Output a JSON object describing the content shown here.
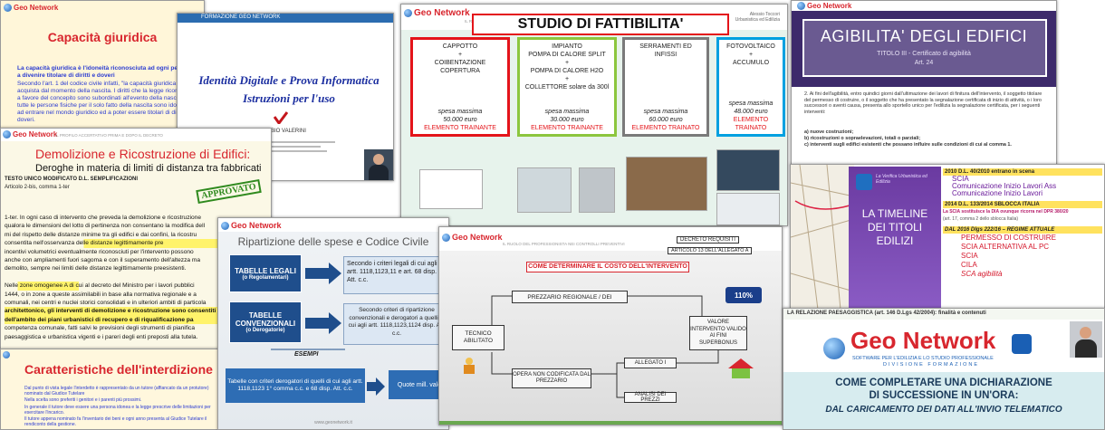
{
  "brand": "Geo Network",
  "cap": {
    "title": "Capacità giuridica",
    "para1": "La capacità giuridica è l'idoneità riconosciuta ad ogni persona a divenire titolare di diritti e doveri",
    "para2": "Secondo l'art. 1 del codice civile infatti, \"la capacità giuridica si acquista dal momento della nascita. I diritti che la legge riconosce a favore del concepito sono subordinati all'evento della nascita\", tutte le persone fisiche per il solo fatto della nascita sono idonee ad entrare nel mondo giuridico ed a poter essere titolari di diritti e doveri."
  },
  "ident": {
    "header": "FORMAZIONE GEO NETWORK",
    "title1": "Identità Digitale e Prova Informatica",
    "title2": "Istruzioni per l'uso",
    "docente": "Docente: FABIO VALERINI"
  },
  "stud": {
    "title": "STUDIO DI FATTIBILITA'",
    "tag": "IL RUOLO DEL PROFESSIONISTA",
    "author": "Alessio Toccori",
    "author_sub": "Urbanistica ed Edilizia",
    "boxes": [
      {
        "lines": [
          "CAPPOTTO",
          "+",
          "COIBENTAZIONE",
          "COPERTURA"
        ],
        "spesa": "spesa massima",
        "amount": "50.000 euro",
        "trainante": "ELEMENTO TRAINANTE",
        "color": "#e4141a"
      },
      {
        "lines": [
          "IMPIANTO",
          "POMPA DI CALORE SPLIT",
          "+",
          "POMPA DI CALORE H2O",
          "+",
          "COLLETTORE solare da 300l"
        ],
        "spesa": "spesa massima",
        "amount": "30.000 euro",
        "trainante": "ELEMENTO TRAINANTE",
        "color": "#8cc63e"
      },
      {
        "lines": [
          "SERRAMENTI ED",
          "INFISSI"
        ],
        "spesa": "spesa massima",
        "amount": "60.000 euro",
        "trainante": "ELEMENTO TRAINATO",
        "color": "#7a7a7a"
      },
      {
        "lines": [
          "FOTOVOLTAICO",
          "+",
          "ACCUMULO"
        ],
        "spesa": "spesa massima",
        "amount": "48.000 euro",
        "trainante": "ELEMENTO TRAINATO",
        "color": "#00a0e0"
      }
    ]
  },
  "agib": {
    "title": "AGIBILITA' DEGLI EDIFICI",
    "sub": "TITOLO III - Certificato di agibilità",
    "art": "Art. 24",
    "body": "2. Ai fini dell'agibilità, entro quindici giorni dall'ultimazione dei lavori di finitura dell'intervento, il soggetto titolare del permesso di costruire, o il soggetto che ha presentato la segnalazione certificata di inizio di attività, o i loro successori o aventi causa, presenta allo sportello unico per l'edilizia la segnalazione certificata, per i seguenti interventi:",
    "items": [
      "a)  nuove costruzioni;",
      "b)  ricostruzioni o sopraelevazioni, totali o parziali;",
      "c)  interventi sugli edifici esistenti che possano influire sulle condizioni di cui al comma 1."
    ]
  },
  "demo": {
    "header": "IL PROFILO ACCERTATIVO PRIMA E DOPO IL DECRETO",
    "title1": "Demolizione e Ricostruzione di Edifici:",
    "title2": "Deroghe in materia di limiti di distanza tra fabbricati",
    "t1": "TESTO UNICO MODIFICATO D.L. SEMPLIFICAZIONI",
    "t2": "Articolo 2-bis, comma 1-ter",
    "stamp": "APPROVATO",
    "lines": [
      "1-ter. In ogni caso di intervento che preveda la demolizione e ricostruzione",
      "qualora le dimensioni del lotto di pertinenza non consentano la modifica dell",
      "mi del rispetto delle distanze minime tra gli edifici e dai confini, la ricostru",
      "consentita nell'osservanza delle distanze legittimamente pre",
      "incentivi volumetrici eventualmente riconosciuti per l'intervento possono",
      "anche con ampliamenti fuori sagoma e con il superamento dell'altezza ma",
      "demolito, sempre nei limiti delle distanze legittimamente preesistenti.",
      "",
      "Nelle zone omogenee A di cui al decreto del Ministro per i lavori pubblici",
      "1444, o in zone a queste assimilabili in base alla normativa regionale e a",
      "comunali, nei centri e nuclei storici consolidati e in ulteriori ambiti di particola",
      "architettonico, gli interventi di demolizione e ricostruzione sono consentiti",
      "dell'ambito dei piani urbanistici di recupero e di riqualificazione pa",
      "competenza comunale, fatti salvi le previsioni degli strumenti di pianifica",
      "paesaggistica e urbanistica vigenti e i pareri degli enti preposti alla tutela."
    ]
  },
  "interd": {
    "title": "Caratteristiche dell'interdizione",
    "bullets": [
      "Dal punto di vista legale l'interdetto è rappresentato da un tutore (affiancato da un protutore) nominato dal Giudice Tutelare",
      "Nella scelta sono preferiti i genitori e i parenti più prossimi.",
      "In generale il tutore deve essere una persona idonea e la legge prescrive delle limitazioni per esercitare l'incarico.",
      "Il tutore appena nominato fa l'inventario dei beni e ogni anno presenta al Giudice Tutelare il rendiconto della gestione."
    ]
  },
  "ripart": {
    "title": "Ripartizione delle spese e Codice Civile",
    "b1": "TABELLE LEGALI",
    "b1s": "(o Regolamentari)",
    "b2": "TABELLE CONVENZIONALI",
    "b2s": "(o Derogatorie)",
    "d1": "Secondo i criteri legali di cui agli artt. 1118,1123,11 e art. 68 disp. Att. c.c.",
    "d2": "Secondo criteri di ripartizione convenzionali e derogatori a quelli di cui agli artt. 1118,1123,1124 disp. Att. c.c.",
    "esempi": "ESEMPI",
    "b3": "Tabelle con criteri derogatori di quelli di cui agli artt. 1118,1123 1° comma c.c. e 68 disp. Att. c.c.",
    "b4": "Quote mill. valo",
    "foot": "www.geonetwork.it"
  },
  "costo": {
    "header": "IL RUOLO DEL PROFESSIONISTA NEI CONTROLLI PREVENTIVI",
    "decreto": "DECRETO REQUISITI",
    "articolo": "ARTICOLO 13 DELL'ALLEGATO A",
    "title": "COME DETERMINARE IL COSTO DELL'INTERVENTO",
    "prezzario": "PREZZARIO REGIONALE / DEI",
    "tecnico": "TECNICO ABILITATO",
    "valore": "VALORE INTERVENTO VALIDO AI FINI SUPERBONUS",
    "opera": "OPERA NON CODIFICATA DAL PREZZARIO",
    "allegato": "ALLEGATO I",
    "analisi": "ANALISI DEI PREZZI",
    "badge": "110%"
  },
  "timeline": {
    "topline": "La Verifica Urbanistica ed Edilizia",
    "title": "LA TIMELINE DEI TITOLI EDILIZI",
    "r1": "2010 D.L. 40/2010 entrano in scena",
    "r1a": "SCIA",
    "r1b": "Comunicazione Inizio Lavori Ass",
    "r1c": "Comunicazione Inizio Lavori",
    "r2": "2014 D.L. 133/2014 SBLOCCA ITALIA",
    "r2a": "La SCIA sostituisce la DIA ovunque ricorra nel DPR 380/20",
    "r2b": "(art. 17, comma 2 dello sblocca Italia)",
    "r3": "DAL 2016  Dlgs 222/16 – REGIME ATTUALE",
    "r3list": [
      "PERMESSO DI COSTRUIRE",
      "SCIA ALTERNATIVA AL PC",
      "SCIA",
      "CILA",
      "SCA agibilità"
    ]
  },
  "succ": {
    "relazione": "LA RELAZIONE PAESAGGISTICA (art. 146 D.Lgs 42/2004): finalità e contenuti",
    "logo": "Geo Network",
    "logo_sub1": "SOFTWARE PER L'EDILIZIA E LO STUDIO PROFESSIONALE",
    "logo_sub2": "DIVISIONE FORMAZIONE",
    "t1": "COME COMPLETARE UNA DICHIARAZIONE",
    "t2": "DI SUCCESSIONE IN UN'ORA:",
    "t3": "DAL CARICAMENTO DEI DATI ALL'INVIO TELEMATICO"
  }
}
